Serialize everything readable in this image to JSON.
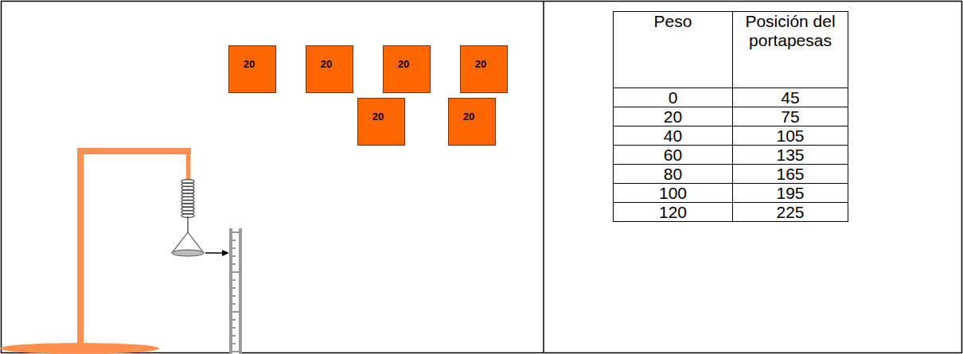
{
  "diagram": {
    "nodes": [
      {
        "text": [
          "20"
        ]
      },
      {
        "text": [
          "20"
        ]
      },
      {
        "text": [
          "20"
        ]
      },
      {
        "text": [
          "20"
        ]
      },
      {
        "text": [
          "20"
        ]
      },
      {
        "text": [
          "20"
        ]
      }
    ],
    "labels": [
      "Peso",
      "Posición del portapesas",
      "0",
      "45",
      "20",
      "75",
      "40",
      "105",
      "60",
      "135",
      "80",
      "165",
      "100",
      "195",
      "120",
      "225"
    ]
  }
}
